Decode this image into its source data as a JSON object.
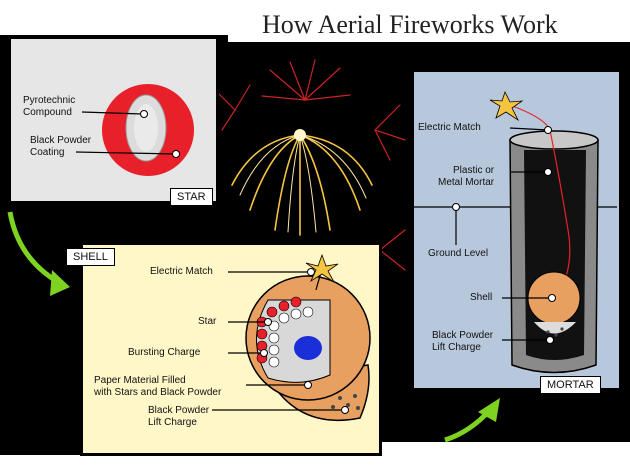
{
  "title": "How Aerial Fireworks Work",
  "star": {
    "tag": "STAR",
    "labels": [
      "Pyrotechnic\nCompound",
      "Black Powder\nCoating"
    ]
  },
  "shell": {
    "tag": "SHELL",
    "labels": [
      "Electric Match",
      "Star",
      "Bursting Charge",
      "Paper Material Filled\nwith Stars and Black Powder",
      "Black Powder\nLift Charge"
    ]
  },
  "mortar": {
    "tag": "MORTAR",
    "labels": [
      "Electric Match",
      "Plastic or\nMetal Mortar",
      "Ground Level",
      "Shell",
      "Black Powder\nLift Charge"
    ]
  },
  "colors": {
    "star_panel": "#e6e6e6",
    "shell_panel": "#fff7c8",
    "mortar_panel": "#b8c8dc",
    "red": "#e8202a",
    "tan": "#e8a060",
    "green_arrow": "#7ed321"
  }
}
